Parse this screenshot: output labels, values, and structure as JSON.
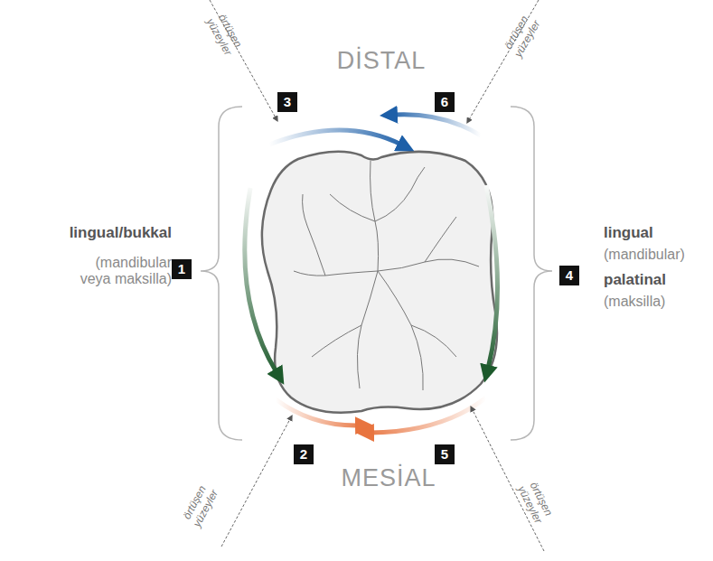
{
  "diagram": {
    "labels": [
      "DİSTAL",
      "MESİAL",
      "lingual/bukkal",
      "(mandibular veya maksilla)",
      "1",
      "2",
      "3",
      "4",
      "5",
      "6",
      "lingual",
      "(mandibular)",
      "palatinal",
      "(maksilla)",
      "örtüşen yüzeyler",
      "örtüşen yüzeyler",
      "örtüşen yüzeyler",
      "örtüşen yüzeyler"
    ]
  }
}
